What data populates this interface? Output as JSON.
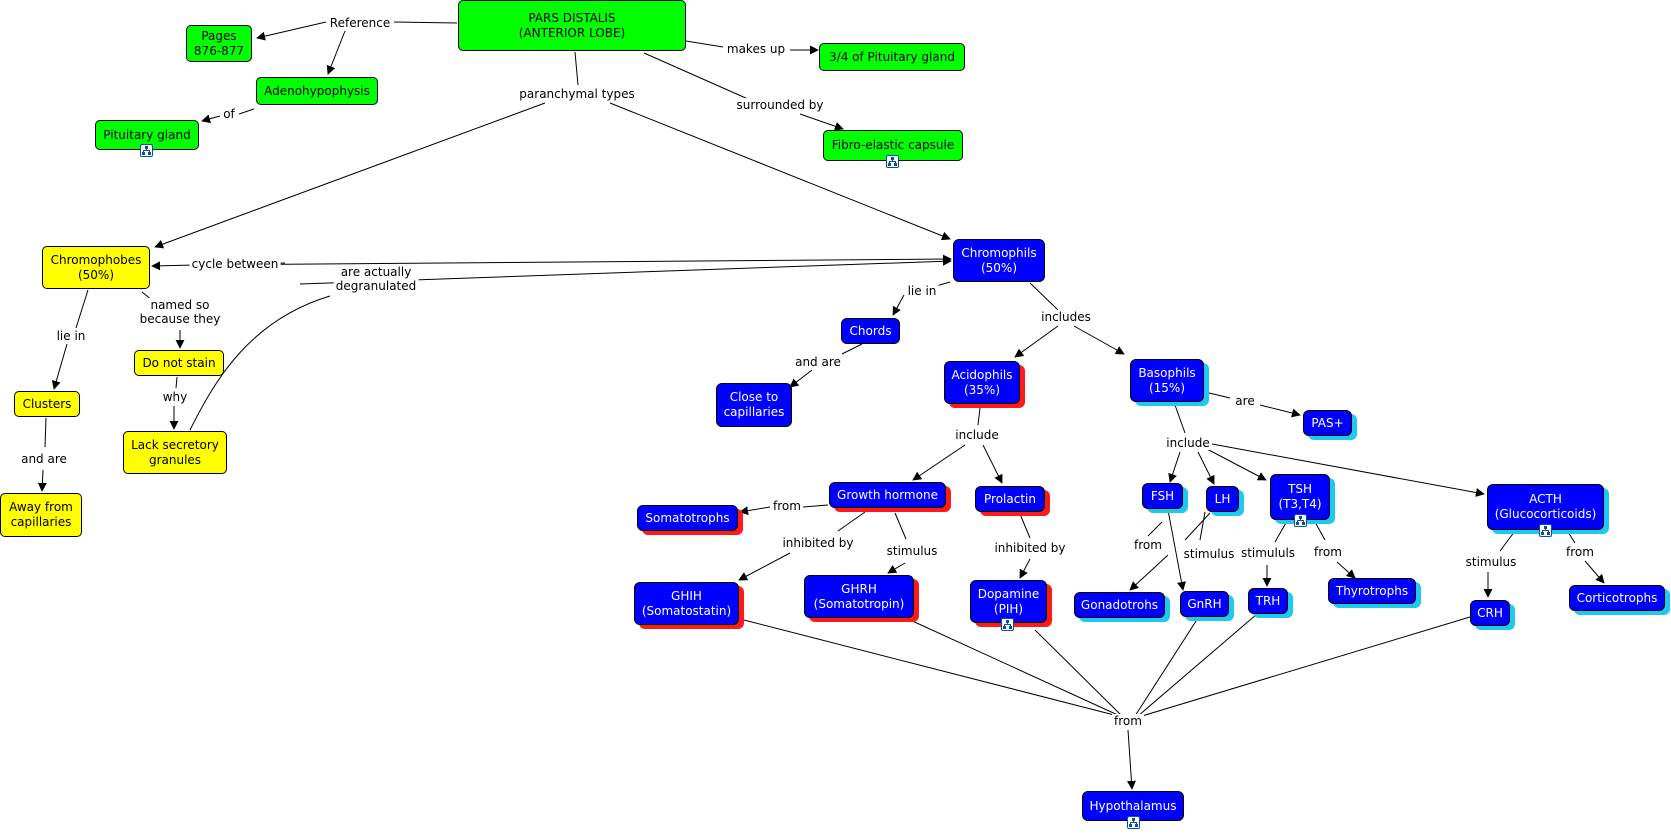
{
  "nodes": [
    {
      "id": "pars",
      "text": "PARS DISTALIS\n(ANTERIOR LOBE)",
      "color": "green",
      "icon": null
    },
    {
      "id": "pages",
      "text": "Pages\n876-877",
      "color": "green",
      "icon": null
    },
    {
      "id": "adeno",
      "text": "Adenohypophysis",
      "color": "green",
      "icon": null
    },
    {
      "id": "pit",
      "text": "Pituitary gland",
      "color": "green",
      "icon": "concept-map-icon"
    },
    {
      "id": "quarter",
      "text": "3/4 of Pituitary gland",
      "color": "green",
      "icon": null
    },
    {
      "id": "capsule",
      "text": "Fibro-elastic capsule",
      "color": "green",
      "icon": "concept-map-icon"
    },
    {
      "id": "chromophobes",
      "text": "Chromophobes\n(50%)",
      "color": "yellow",
      "icon": null
    },
    {
      "id": "clusters",
      "text": "Clusters",
      "color": "yellow",
      "icon": null
    },
    {
      "id": "away",
      "text": "Away from\ncapillaries",
      "color": "yellow",
      "icon": null
    },
    {
      "id": "nostain",
      "text": "Do not stain",
      "color": "yellow",
      "icon": null
    },
    {
      "id": "lack",
      "text": "Lack secretory\ngranules",
      "color": "yellow",
      "icon": null
    },
    {
      "id": "chromophils",
      "text": "Chromophils\n(50%)",
      "color": "blue",
      "icon": null
    },
    {
      "id": "chords",
      "text": "Chords",
      "color": "blue",
      "icon": null
    },
    {
      "id": "closecap",
      "text": "Close to\ncapillaries",
      "color": "blue",
      "icon": null
    },
    {
      "id": "acido",
      "text": "Acidophils\n(35%)",
      "color": "blue",
      "icon": null
    },
    {
      "id": "baso",
      "text": "Basophils\n(15%)",
      "color": "blue",
      "icon": null
    },
    {
      "id": "pas",
      "text": "PAS+",
      "color": "blue",
      "icon": null
    },
    {
      "id": "gh",
      "text": "Growth hormone",
      "color": "blue",
      "icon": null
    },
    {
      "id": "prl",
      "text": "Prolactin",
      "color": "blue",
      "icon": null
    },
    {
      "id": "somatotrophs",
      "text": "Somatotrophs",
      "color": "blue",
      "icon": null
    },
    {
      "id": "ghih",
      "text": "GHIH\n(Somatostatin)",
      "color": "blue",
      "icon": null
    },
    {
      "id": "ghrh",
      "text": "GHRH\n(Somatotropin)",
      "color": "blue",
      "icon": null
    },
    {
      "id": "dopamine",
      "text": "Dopamine\n(PIH)",
      "color": "blue",
      "icon": "concept-map-icon"
    },
    {
      "id": "fsh",
      "text": "FSH",
      "color": "blue",
      "icon": null
    },
    {
      "id": "lh",
      "text": "LH",
      "color": "blue",
      "icon": null
    },
    {
      "id": "tsh",
      "text": "TSH\n(T3,T4)",
      "color": "blue",
      "icon": "concept-map-icon"
    },
    {
      "id": "acth",
      "text": "ACTH\n(Glucocorticoids)",
      "color": "blue",
      "icon": "concept-map-icon"
    },
    {
      "id": "gonadotrophs",
      "text": "Gonadotrohs",
      "color": "blue",
      "icon": null
    },
    {
      "id": "gnrh",
      "text": "GnRH",
      "color": "blue",
      "icon": null
    },
    {
      "id": "trh",
      "text": "TRH",
      "color": "blue",
      "icon": null
    },
    {
      "id": "thyrotrophs",
      "text": "Thyrotrophs",
      "color": "blue",
      "icon": null
    },
    {
      "id": "crh",
      "text": "CRH",
      "color": "blue",
      "icon": null
    },
    {
      "id": "corticotrophs",
      "text": "Corticotrophs",
      "color": "blue",
      "icon": null
    },
    {
      "id": "hypothalamus",
      "text": "Hypothalamus",
      "color": "blue",
      "icon": "concept-map-icon"
    }
  ],
  "link_labels": [
    {
      "id": "reference",
      "text": "Reference"
    },
    {
      "id": "of",
      "text": "of"
    },
    {
      "id": "makesup",
      "text": "makes up"
    },
    {
      "id": "surrounded",
      "text": "surrounded by"
    },
    {
      "id": "paranchymal",
      "text": "paranchymal types"
    },
    {
      "id": "cycle",
      "text": "cycle between"
    },
    {
      "id": "degran",
      "text": "are actually\ndegranulated"
    },
    {
      "id": "liein1",
      "text": "lie in"
    },
    {
      "id": "andare1",
      "text": "and are"
    },
    {
      "id": "named",
      "text": "named so\nbecause they"
    },
    {
      "id": "why",
      "text": "why"
    },
    {
      "id": "liein2",
      "text": "lie in"
    },
    {
      "id": "andare2",
      "text": "and are"
    },
    {
      "id": "includes",
      "text": "includes"
    },
    {
      "id": "are",
      "text": "are"
    },
    {
      "id": "include1",
      "text": "include"
    },
    {
      "id": "include2",
      "text": "include"
    },
    {
      "id": "from_gh",
      "text": "from"
    },
    {
      "id": "inhibited_gh",
      "text": "inhibited by"
    },
    {
      "id": "stimulus_gh",
      "text": "stimulus"
    },
    {
      "id": "inhibited_prl",
      "text": "inhibited by"
    },
    {
      "id": "from_fshlh",
      "text": "from"
    },
    {
      "id": "stimulus_lh",
      "text": "stimulus"
    },
    {
      "id": "stimululs_tsh",
      "text": "stimululs"
    },
    {
      "id": "from_tsh",
      "text": "from"
    },
    {
      "id": "stimulus_acth",
      "text": "stimulus"
    },
    {
      "id": "from_acth",
      "text": "from"
    },
    {
      "id": "from_hypo",
      "text": "from"
    }
  ],
  "colors": {
    "green": "#00ff00",
    "yellow": "#ffff00",
    "blue": "#0000ff",
    "shadow_red": "#ff1a1a",
    "shadow_cyan": "#1ec8f0",
    "line": "#000000"
  }
}
